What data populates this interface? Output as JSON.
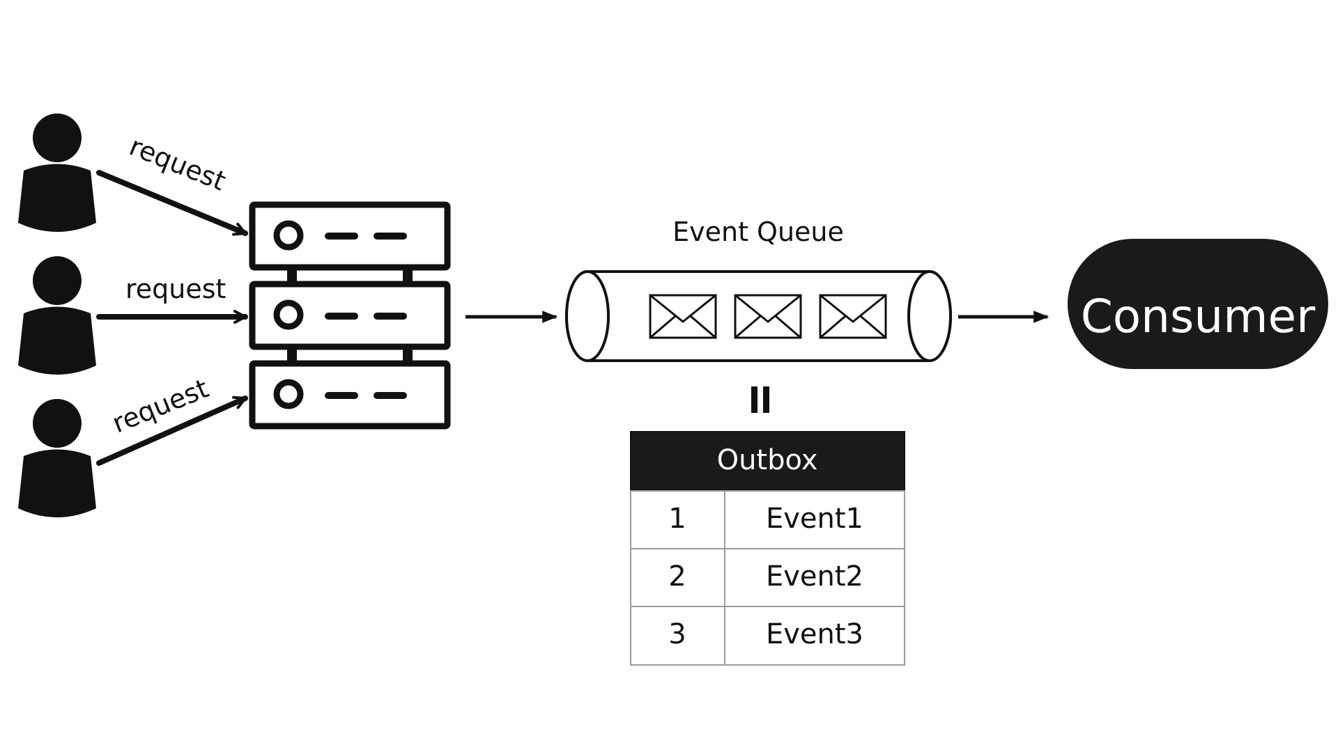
{
  "clients": [
    {
      "icon": "user-icon",
      "request_label": "request"
    },
    {
      "icon": "user-icon",
      "request_label": "request"
    },
    {
      "icon": "user-icon",
      "request_label": "request"
    }
  ],
  "server": {
    "icon": "server-rack-icon"
  },
  "event_queue": {
    "label": "Event Queue",
    "messages": [
      {
        "icon": "envelope-icon"
      },
      {
        "icon": "envelope-icon"
      },
      {
        "icon": "envelope-icon"
      }
    ]
  },
  "equals_sign": "=",
  "consumer": {
    "label": "Consumer"
  },
  "outbox": {
    "header": "Outbox",
    "rows": [
      {
        "id": "1",
        "event": "Event1"
      },
      {
        "id": "2",
        "event": "Event2"
      },
      {
        "id": "3",
        "event": "Event3"
      }
    ]
  },
  "colors": {
    "ink": "#111111",
    "fill_dark": "#1a1a1a",
    "table_border": "#9a9a9a",
    "background": "#ffffff"
  }
}
